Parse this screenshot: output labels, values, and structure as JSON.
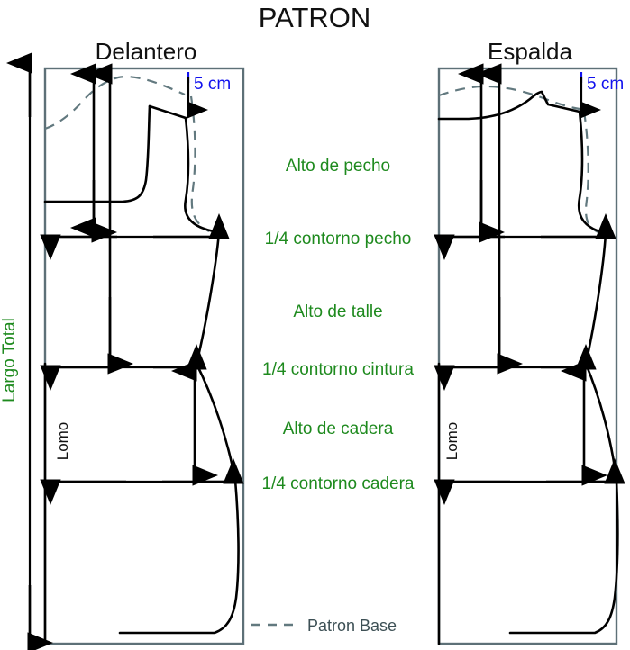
{
  "page": {
    "title": "PATRON",
    "background_color": "#ffffff"
  },
  "colors": {
    "green_label": "#1e8a1e",
    "blue_label": "#1111ee",
    "black_line": "#000000",
    "base_pattern_gray": "#62797f",
    "frame_gray": "#5d7077"
  },
  "panels": {
    "front": {
      "label": "Delantero",
      "lomo_label": "Lomo",
      "drop_note": "5 cm"
    },
    "back": {
      "label": "Espalda",
      "lomo_label": "Lomo",
      "drop_note": "5 cm"
    }
  },
  "vertical_measure": {
    "label": "Largo Total"
  },
  "measurements": [
    {
      "id": "alto-de-pecho",
      "label": "Alto de pecho"
    },
    {
      "id": "cuarto-contorno-pecho",
      "label": "1/4 contorno pecho"
    },
    {
      "id": "alto-de-talle",
      "label": "Alto de talle"
    },
    {
      "id": "cuarto-contorno-cintura",
      "label": "1/4 contorno cintura"
    },
    {
      "id": "alto-de-cadera",
      "label": "Alto de cadera"
    },
    {
      "id": "cuarto-contorno-cadera",
      "label": "1/4 contorno cadera"
    }
  ],
  "legend": {
    "items": [
      {
        "id": "patron-base",
        "label": "Patron Base",
        "style": "dashed"
      }
    ]
  },
  "icons": {
    "arrow_up": "arrow-up-icon",
    "arrow_down": "arrow-down-icon",
    "arrow_left_right": "arrow-left-right-icon",
    "dashed_line": "dashed-line-icon"
  }
}
